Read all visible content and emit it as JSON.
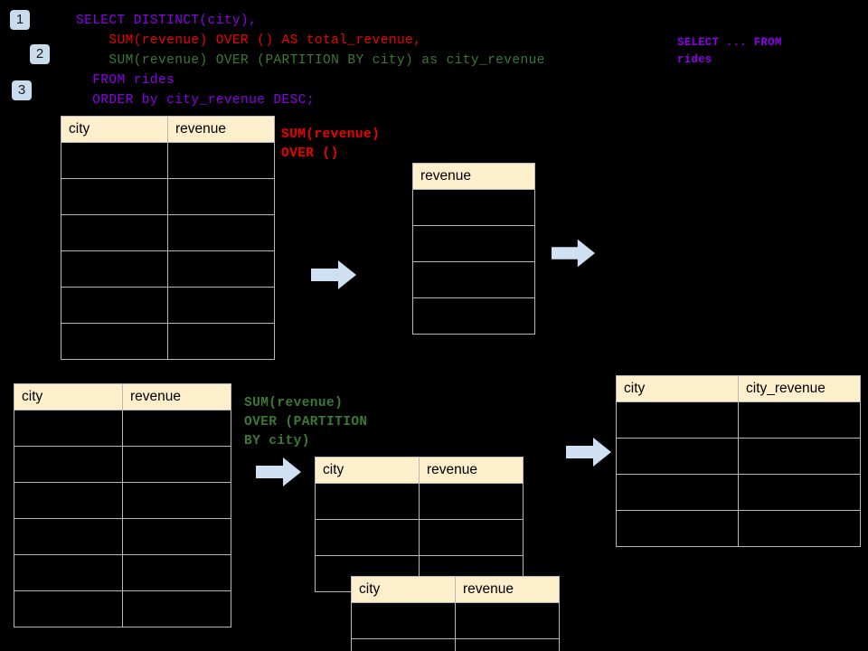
{
  "diagram": {
    "title": "SQL window function query breakdown",
    "background": "#000000",
    "accent_badge": "#c9dcee",
    "accent_arrow": "#cfe0f3",
    "header_fill": "#fdeecc",
    "grid_line": "#b9b9b9"
  },
  "badges": [
    {
      "label": "1"
    },
    {
      "label": "2"
    },
    {
      "label": "3"
    }
  ],
  "sql": {
    "lines": [
      {
        "text": "SELECT DISTINCT(city),",
        "color": "#8b00e8"
      },
      {
        "text": "    SUM(revenue) OVER () AS total_revenue,",
        "color": "#ee0000"
      },
      {
        "text": "    SUM(revenue) OVER (PARTITION BY city) as city_revenue",
        "color": "#3a7a32"
      },
      {
        "text": "  FROM rides",
        "color": "#8b00e8"
      },
      {
        "text": "  ORDER by city_revenue DESC;",
        "color": "#8b00e8"
      }
    ]
  },
  "annotations": {
    "select_from": "SELECT ... FROM\nrides",
    "sum_over_empty": "SUM(revenue)\nOVER ()",
    "sum_over_partition": "SUM(revenue)\nOVER (PARTITION\nBY city)"
  },
  "tables": {
    "rides_source": {
      "name": "rides-source-table",
      "headers": [
        "city",
        "revenue"
      ],
      "body_rows": 6,
      "rows": [
        [
          "",
          ""
        ],
        [
          "",
          ""
        ],
        [
          "",
          ""
        ],
        [
          "",
          ""
        ],
        [
          "",
          ""
        ],
        [
          "",
          ""
        ]
      ]
    },
    "total_revenue": {
      "name": "total-revenue-table",
      "headers": [
        "revenue"
      ],
      "body_rows": 4,
      "rows": [
        [
          ""
        ],
        [
          ""
        ],
        [
          ""
        ],
        [
          ""
        ]
      ]
    },
    "rides_source_2": {
      "name": "rides-source-table-2",
      "headers": [
        "city",
        "revenue"
      ],
      "body_rows": 6,
      "rows": [
        [
          "",
          ""
        ],
        [
          "",
          ""
        ],
        [
          "",
          ""
        ],
        [
          "",
          ""
        ],
        [
          "",
          ""
        ],
        [
          "",
          ""
        ]
      ]
    },
    "partition_back": {
      "name": "partition-group-table-back",
      "headers": [
        "city",
        "revenue"
      ],
      "body_rows": 3,
      "rows": [
        [
          "",
          ""
        ],
        [
          "",
          ""
        ],
        [
          "",
          ""
        ]
      ]
    },
    "partition_front": {
      "name": "partition-group-table-front",
      "headers": [
        "city",
        "revenue"
      ],
      "body_rows": 2,
      "rows": [
        [
          "",
          ""
        ],
        [
          "",
          ""
        ]
      ]
    },
    "result": {
      "name": "result-table",
      "headers": [
        "city",
        "city_revenue"
      ],
      "body_rows": 4,
      "rows": [
        [
          "",
          ""
        ],
        [
          "",
          ""
        ],
        [
          "",
          ""
        ],
        [
          "",
          ""
        ]
      ]
    }
  },
  "arrows": [
    {
      "name": "arrow-source-to-total"
    },
    {
      "name": "arrow-total-to-result"
    },
    {
      "name": "arrow-source2-to-partition"
    },
    {
      "name": "arrow-partition-to-result"
    }
  ]
}
